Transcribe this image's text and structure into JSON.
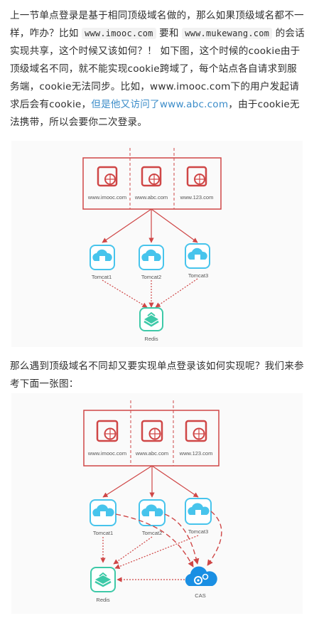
{
  "para1": {
    "t1": "上一节单点登录是基于相同顶级域名做的，那么如果顶级域名都不一样，咋办？比如 ",
    "code1": "www.imooc.com",
    "t2": " 要和 ",
    "code2": "www.mukewang.com",
    "t3": " 的会话实现共享，这个时候又该如何？！ 如下图，这个时候的cookie由于顶级域名不同，就不能实现cookie跨域了，每个站点各自请求到服务端，cookie无法同步。比如，www.imooc.com下的用户发起请求后会有cookie，",
    "link": "但是他又访问了www.abc.com",
    "t4": "，由于cookie无法携带，所以会要你二次登录。"
  },
  "para2": "那么遇到顶级域名不同却又要实现单点登录该如何实现呢？我们来参考下面一张图：",
  "diagram1": {
    "sites": [
      "www.imooc.com",
      "www.abc.com",
      "www.123.com"
    ],
    "servers": [
      "Tomcat1",
      "Tomcat2",
      "Tomcat3"
    ],
    "store": "Redis"
  },
  "diagram2": {
    "sites": [
      "www.imooc.com",
      "www.abc.com",
      "www.123.com"
    ],
    "servers": [
      "Tomcat1",
      "Tomcat2",
      "Tomcat3"
    ],
    "store": "Redis",
    "auth": "CAS"
  },
  "colors": {
    "red": "#cf4646",
    "cyan": "#47c4ec",
    "teal": "#3ec9a8",
    "blue": "#1a8fe3",
    "link": "#3b8cc9"
  }
}
